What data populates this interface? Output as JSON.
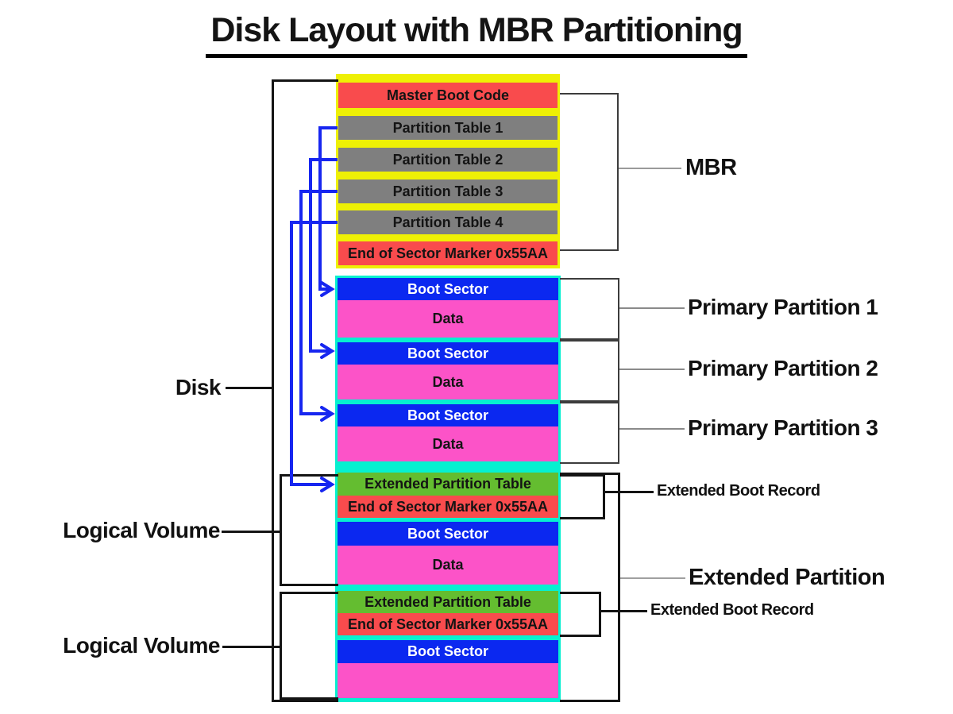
{
  "title": "Disk Layout with MBR Partitioning",
  "palette": {
    "yellow": "#EEF005",
    "red": "#F94B4D",
    "gray": "#7F7F7F",
    "blue": "#0B28F0",
    "pink": "#FC53C8",
    "green": "#64BD30",
    "cyan": "#06F0D0",
    "arrow_blue": "#1726F0",
    "line_black": "#141414",
    "line_gray": "#9A9A9A"
  },
  "labels": {
    "disk": "Disk",
    "mbr": "MBR",
    "pp1": "Primary Partition 1",
    "pp2": "Primary Partition 2",
    "pp3": "Primary Partition 3",
    "lv1": "Logical Volume",
    "lv2": "Logical Volume",
    "ebr1": "Extended Boot Record",
    "ebr2": "Extended Boot Record",
    "ep": "Extended Partition"
  },
  "mbr_rows": [
    {
      "label": "Master Boot Code",
      "color": "red"
    },
    {
      "label": "Partition Table 1",
      "color": "gray"
    },
    {
      "label": "Partition Table 2",
      "color": "gray"
    },
    {
      "label": "Partition Table 3",
      "color": "gray"
    },
    {
      "label": "Partition Table 4",
      "color": "gray"
    },
    {
      "label": "End of Sector Marker 0x55AA",
      "color": "red"
    }
  ],
  "primary_partitions": [
    {
      "boot": "Boot Sector",
      "data": "Data"
    },
    {
      "boot": "Boot Sector",
      "data": "Data"
    },
    {
      "boot": "Boot Sector",
      "data": "Data"
    }
  ],
  "ext_rows": [
    {
      "label": "Extended Partition Table",
      "color": "green"
    },
    {
      "label": "End of Sector Marker 0x55AA",
      "color": "red"
    },
    {
      "label": "Boot Sector",
      "color": "blue"
    },
    {
      "label": "Data",
      "color": "pink"
    },
    {
      "label": "Extended Partition Table",
      "color": "green"
    },
    {
      "label": "End of Sector Marker 0x55AA",
      "color": "red"
    },
    {
      "label": "Boot Sector",
      "color": "blue"
    },
    {
      "label": "",
      "color": "pink"
    }
  ]
}
